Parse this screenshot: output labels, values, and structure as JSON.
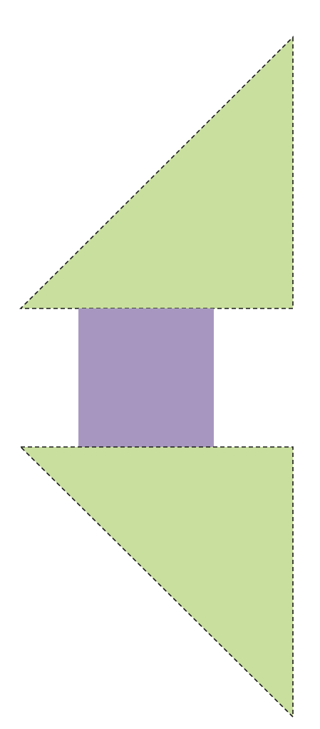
{
  "colors": {
    "background": "#ffffff",
    "triangle_fill": "#c9df9e",
    "square_fill": "#a797c0",
    "outline_stroke": "#1a1a1a"
  },
  "shapes": [
    {
      "name": "top-triangle",
      "kind": "right-triangle",
      "outline": "dashed"
    },
    {
      "name": "middle-square",
      "kind": "rectangle",
      "outline": "none"
    },
    {
      "name": "bottom-triangle",
      "kind": "right-triangle",
      "outline": "dashed"
    }
  ]
}
